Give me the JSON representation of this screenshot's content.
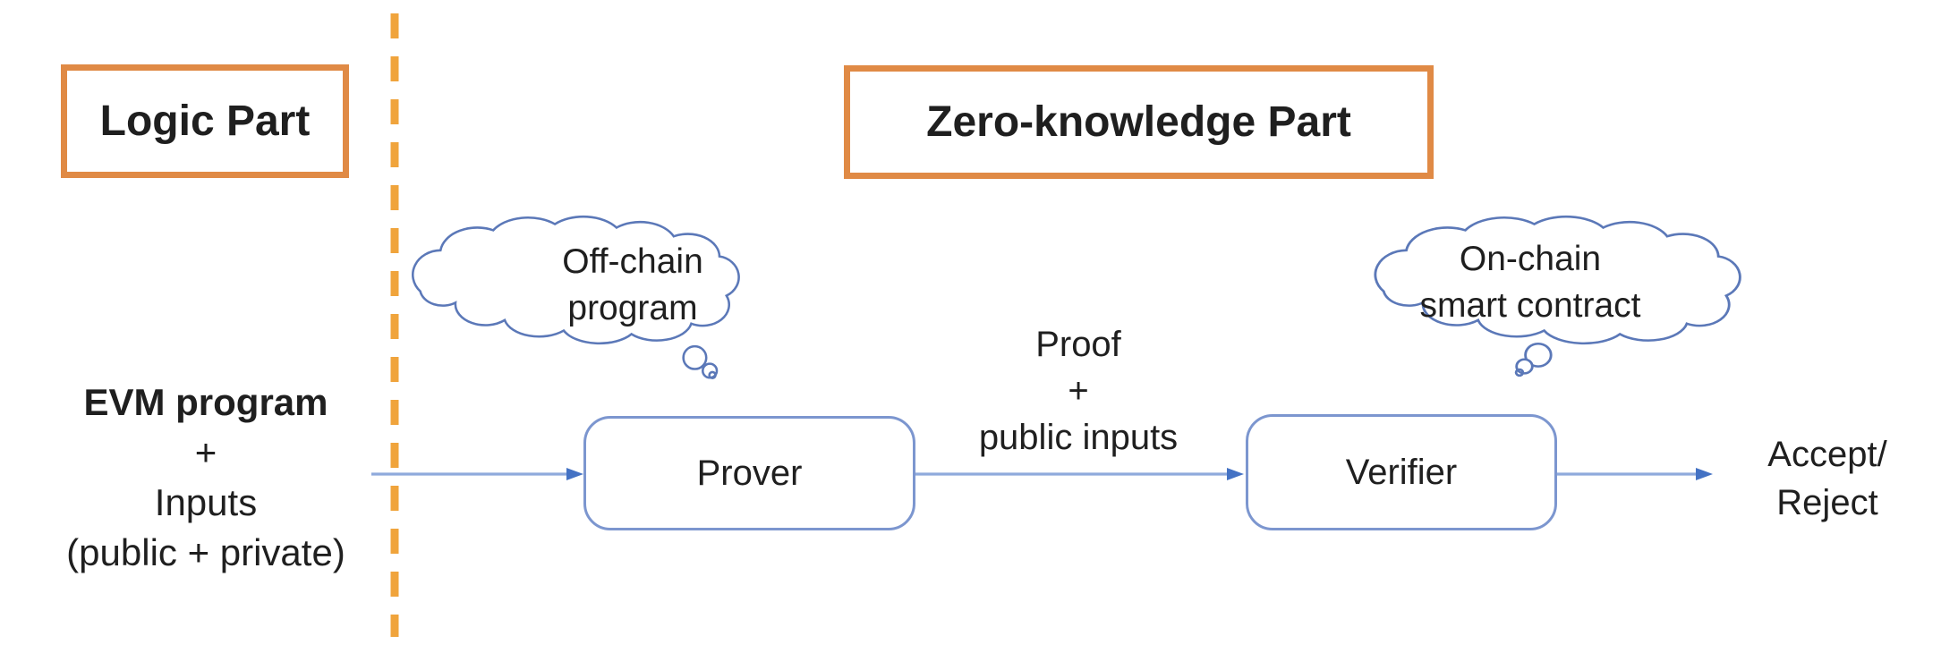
{
  "sections": {
    "logic": {
      "label": "Logic Part"
    },
    "zero_knowledge": {
      "label": "Zero-knowledge Part"
    }
  },
  "input_block": {
    "lines": [
      "EVM program",
      "+",
      "Inputs",
      "(public + private)"
    ]
  },
  "clouds": [
    {
      "name": "off-chain",
      "lines": [
        "Off-chain",
        "program"
      ]
    },
    {
      "name": "on-chain",
      "lines": [
        "On-chain",
        "smart contract"
      ]
    }
  ],
  "nodes": {
    "prover": {
      "label": "Prover"
    },
    "verifier": {
      "label": "Verifier"
    }
  },
  "edge_label": {
    "lines": [
      "Proof",
      "+",
      "public inputs"
    ]
  },
  "output_block": {
    "lines": [
      "Accept/",
      "Reject"
    ]
  },
  "colors": {
    "section_border": "#E08A45",
    "divider_dash": "#F0A43C",
    "arrow_line": "#8FAADC",
    "arrow_head": "#4472C4",
    "node_border": "#7C96CF",
    "cloud_stroke": "#5B78B8",
    "text": "#1F1F1F"
  }
}
